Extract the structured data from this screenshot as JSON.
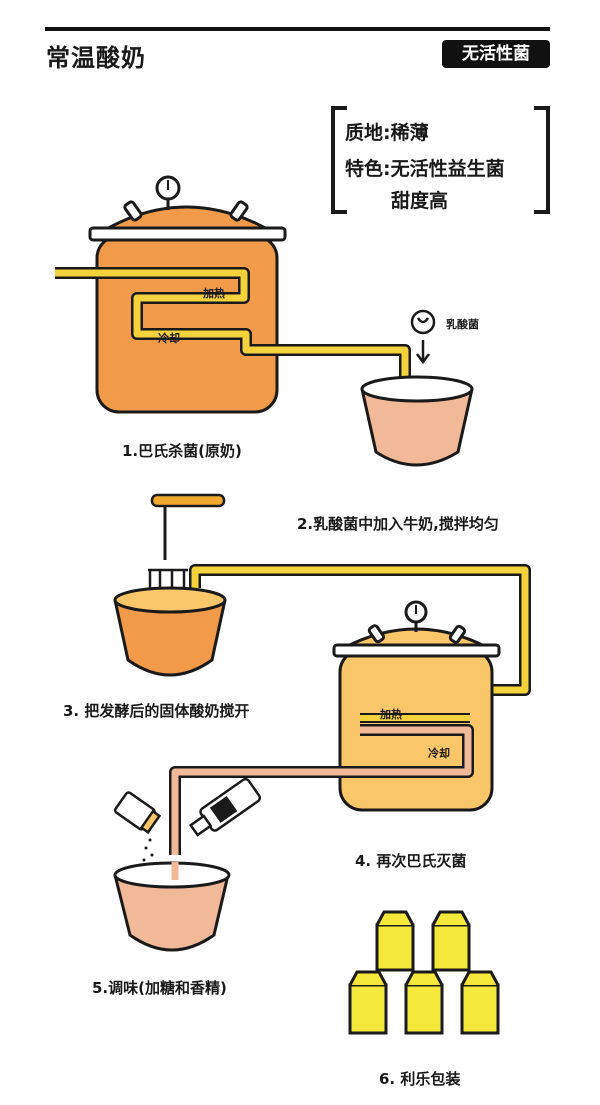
{
  "header": {
    "title": "常温酸奶",
    "badge": "无活性菌"
  },
  "info": {
    "texture_label": "质地:",
    "texture_value": "稀薄",
    "feature_label": "特色:",
    "feature_value_1": "无活性益生菌",
    "feature_value_2": "甜度高"
  },
  "labels": {
    "heat_1": "加热",
    "cool_1": "冷却",
    "bacteria": "乳酸菌",
    "heat_2": "加热",
    "cool_2": "冷却"
  },
  "steps": {
    "s1": "1.巴氏杀菌(原奶)",
    "s2": "2.乳酸菌中加入牛奶,搅拌均匀",
    "s3": "3. 把发酵后的固体酸奶搅开",
    "s4": "4. 再次巴氏灭菌",
    "s5": "5.调味(加糖和香精)",
    "s6": "6. 利乐包装"
  },
  "colors": {
    "orange": "#f09a4a",
    "light_orange": "#f9c76a",
    "pink": "#f2b999",
    "yellow": "#f4e93b",
    "pipe": "#f3d23c",
    "outline": "#1a1a1a"
  }
}
